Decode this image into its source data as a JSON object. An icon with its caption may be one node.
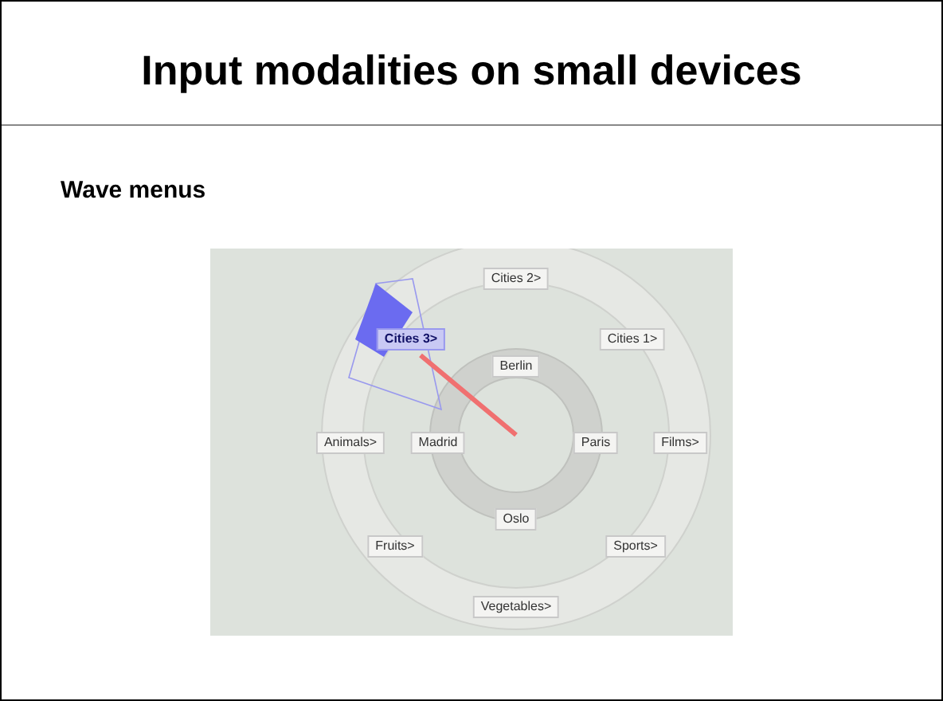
{
  "diagram": {
    "title": "Input modalities on small devices",
    "labels": [
      "Wave menus",
      "Cities 2>",
      "Cities 3>",
      "Cities 1>",
      "Berlin",
      "Animals>",
      "Madrid",
      "Paris",
      "Films>",
      "Oslo",
      "Fruits>",
      "Sports>",
      "Vegetables>"
    ]
  }
}
